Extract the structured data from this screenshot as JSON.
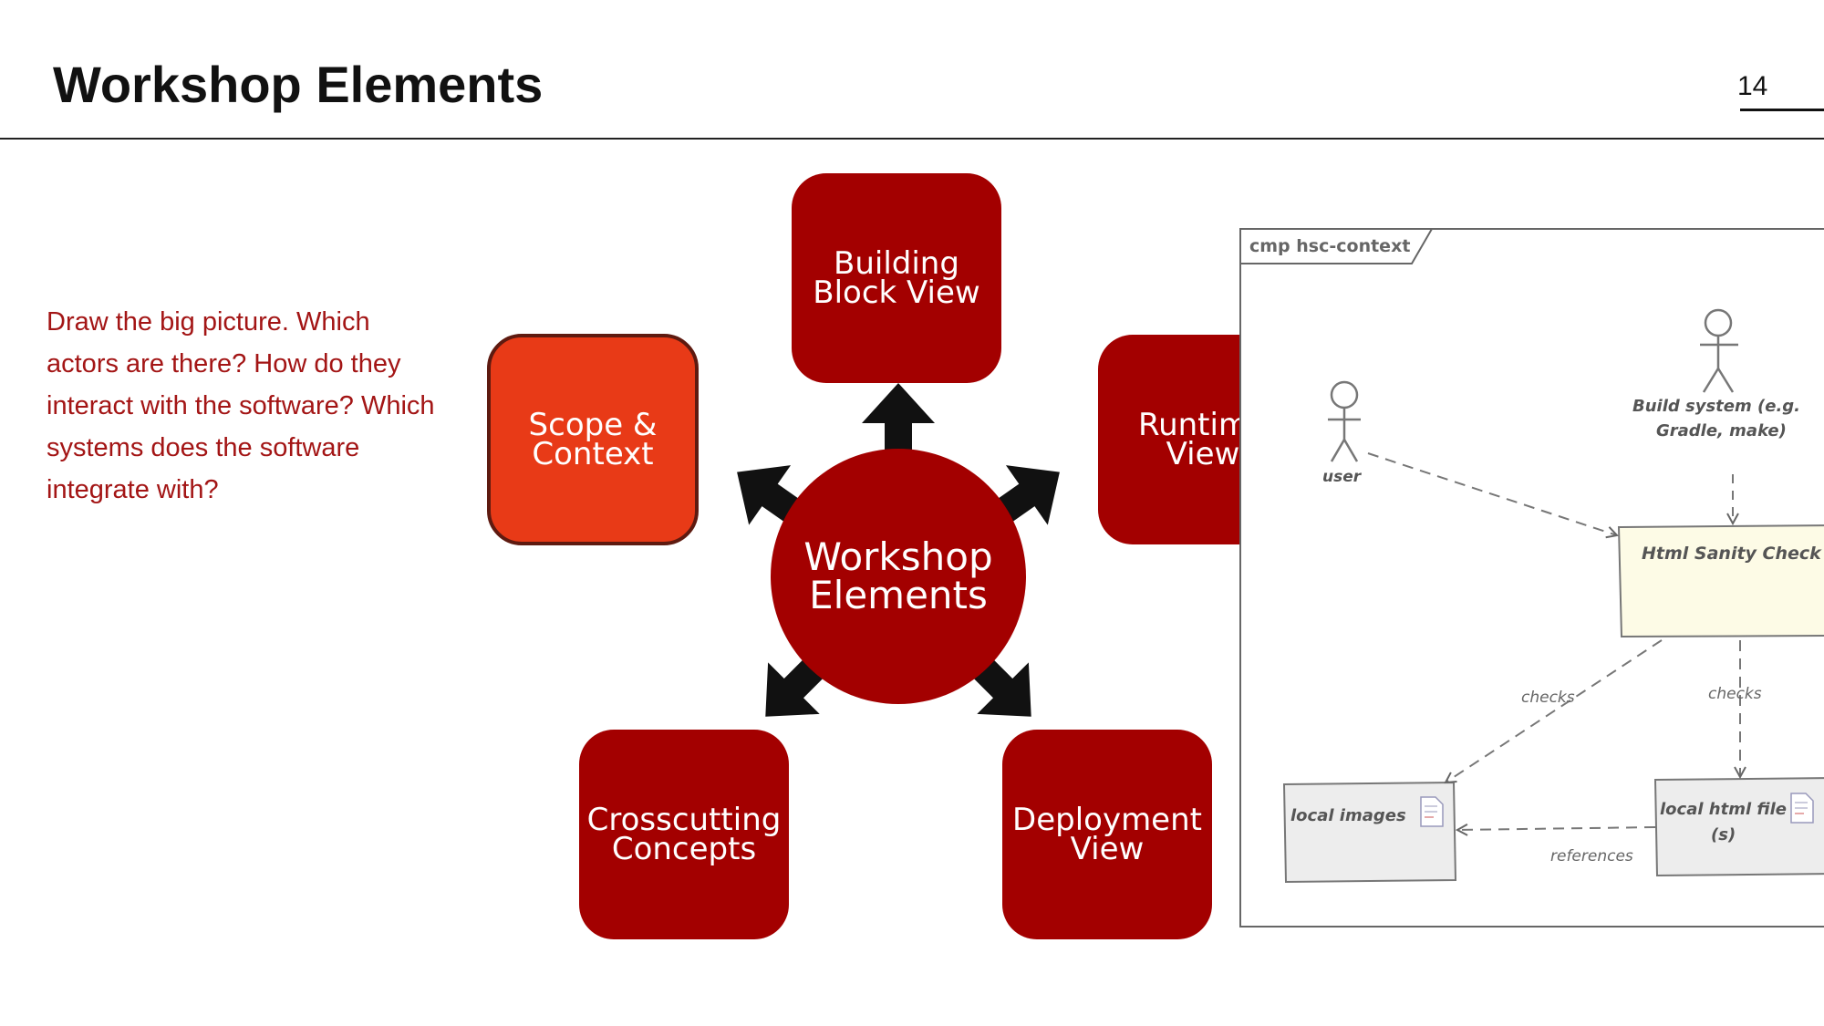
{
  "slide": {
    "title": "Workshop Elements",
    "page_number": "14",
    "description": "Draw the big picture. Which actors are there? How do they interact with the software? Which systems does the software integrate with?"
  },
  "diagram": {
    "hub_label": "Workshop\nElements",
    "boxes": {
      "building_block_view": "Building\nBlock View",
      "scope_context": "Scope &\nContext",
      "runtime_view": "Runtime\nView",
      "crosscutting_concepts": "Crosscutting\nConcepts",
      "deployment_view": "Deployment\nView"
    },
    "highlight_color": "#e83a17",
    "box_color": "#a30000",
    "arrow_color": "#111111"
  },
  "context_diagram": {
    "frame_label": "cmp hsc-context",
    "actor_user": "user",
    "actor_build_line1": "Build system (e.g.",
    "actor_build_line2": "Gradle, make)",
    "component_main": "Html Sanity Check",
    "artifact_images": "local images",
    "artifact_html_line1": "local html file",
    "artifact_html_line2": "(s)",
    "edge_checks_left": "checks",
    "edge_checks_right": "checks",
    "edge_references": "references"
  }
}
